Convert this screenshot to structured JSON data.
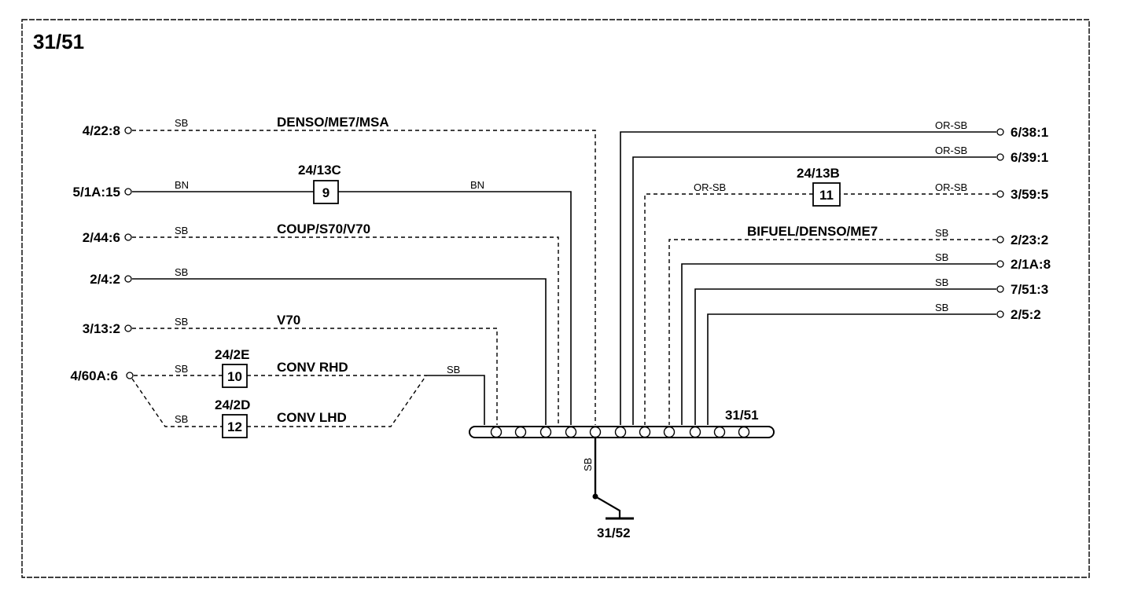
{
  "diagram": {
    "title": "31/51",
    "left_connectors": {
      "c1": "4/22:8",
      "c2": "5/1A:15",
      "c3": "2/44:6",
      "c4": "2/4:2",
      "c5": "3/13:2",
      "c6": "4/60A:6"
    },
    "right_connectors": {
      "c1": "6/38:1",
      "c2": "6/39:1",
      "c3": "3/59:5",
      "c4": "2/23:2",
      "c5": "2/1A:8",
      "c6": "7/51:3",
      "c7": "2/5:2"
    },
    "variant_labels": {
      "denso_me7_msa": "DENSO/ME7/MSA",
      "coup_s70_v70": "COUP/S70/V70",
      "v70": "V70",
      "conv_rhd": "CONV RHD",
      "conv_lhd": "CONV LHD",
      "bifuel_denso_me7": "BIFUEL/DENSO/ME7"
    },
    "wire_colors": {
      "sb": "SB",
      "bn": "BN",
      "or_sb": "OR-SB"
    },
    "connectors_inline": {
      "c24_13c": {
        "label": "24/13C",
        "pin": "9"
      },
      "c24_13b": {
        "label": "24/13B",
        "pin": "11"
      },
      "c24_2e": {
        "label": "24/2E",
        "pin": "10"
      },
      "c24_2d": {
        "label": "24/2D",
        "pin": "12"
      }
    },
    "splice": {
      "label": "31/51"
    },
    "ground": {
      "label": "31/52"
    }
  }
}
